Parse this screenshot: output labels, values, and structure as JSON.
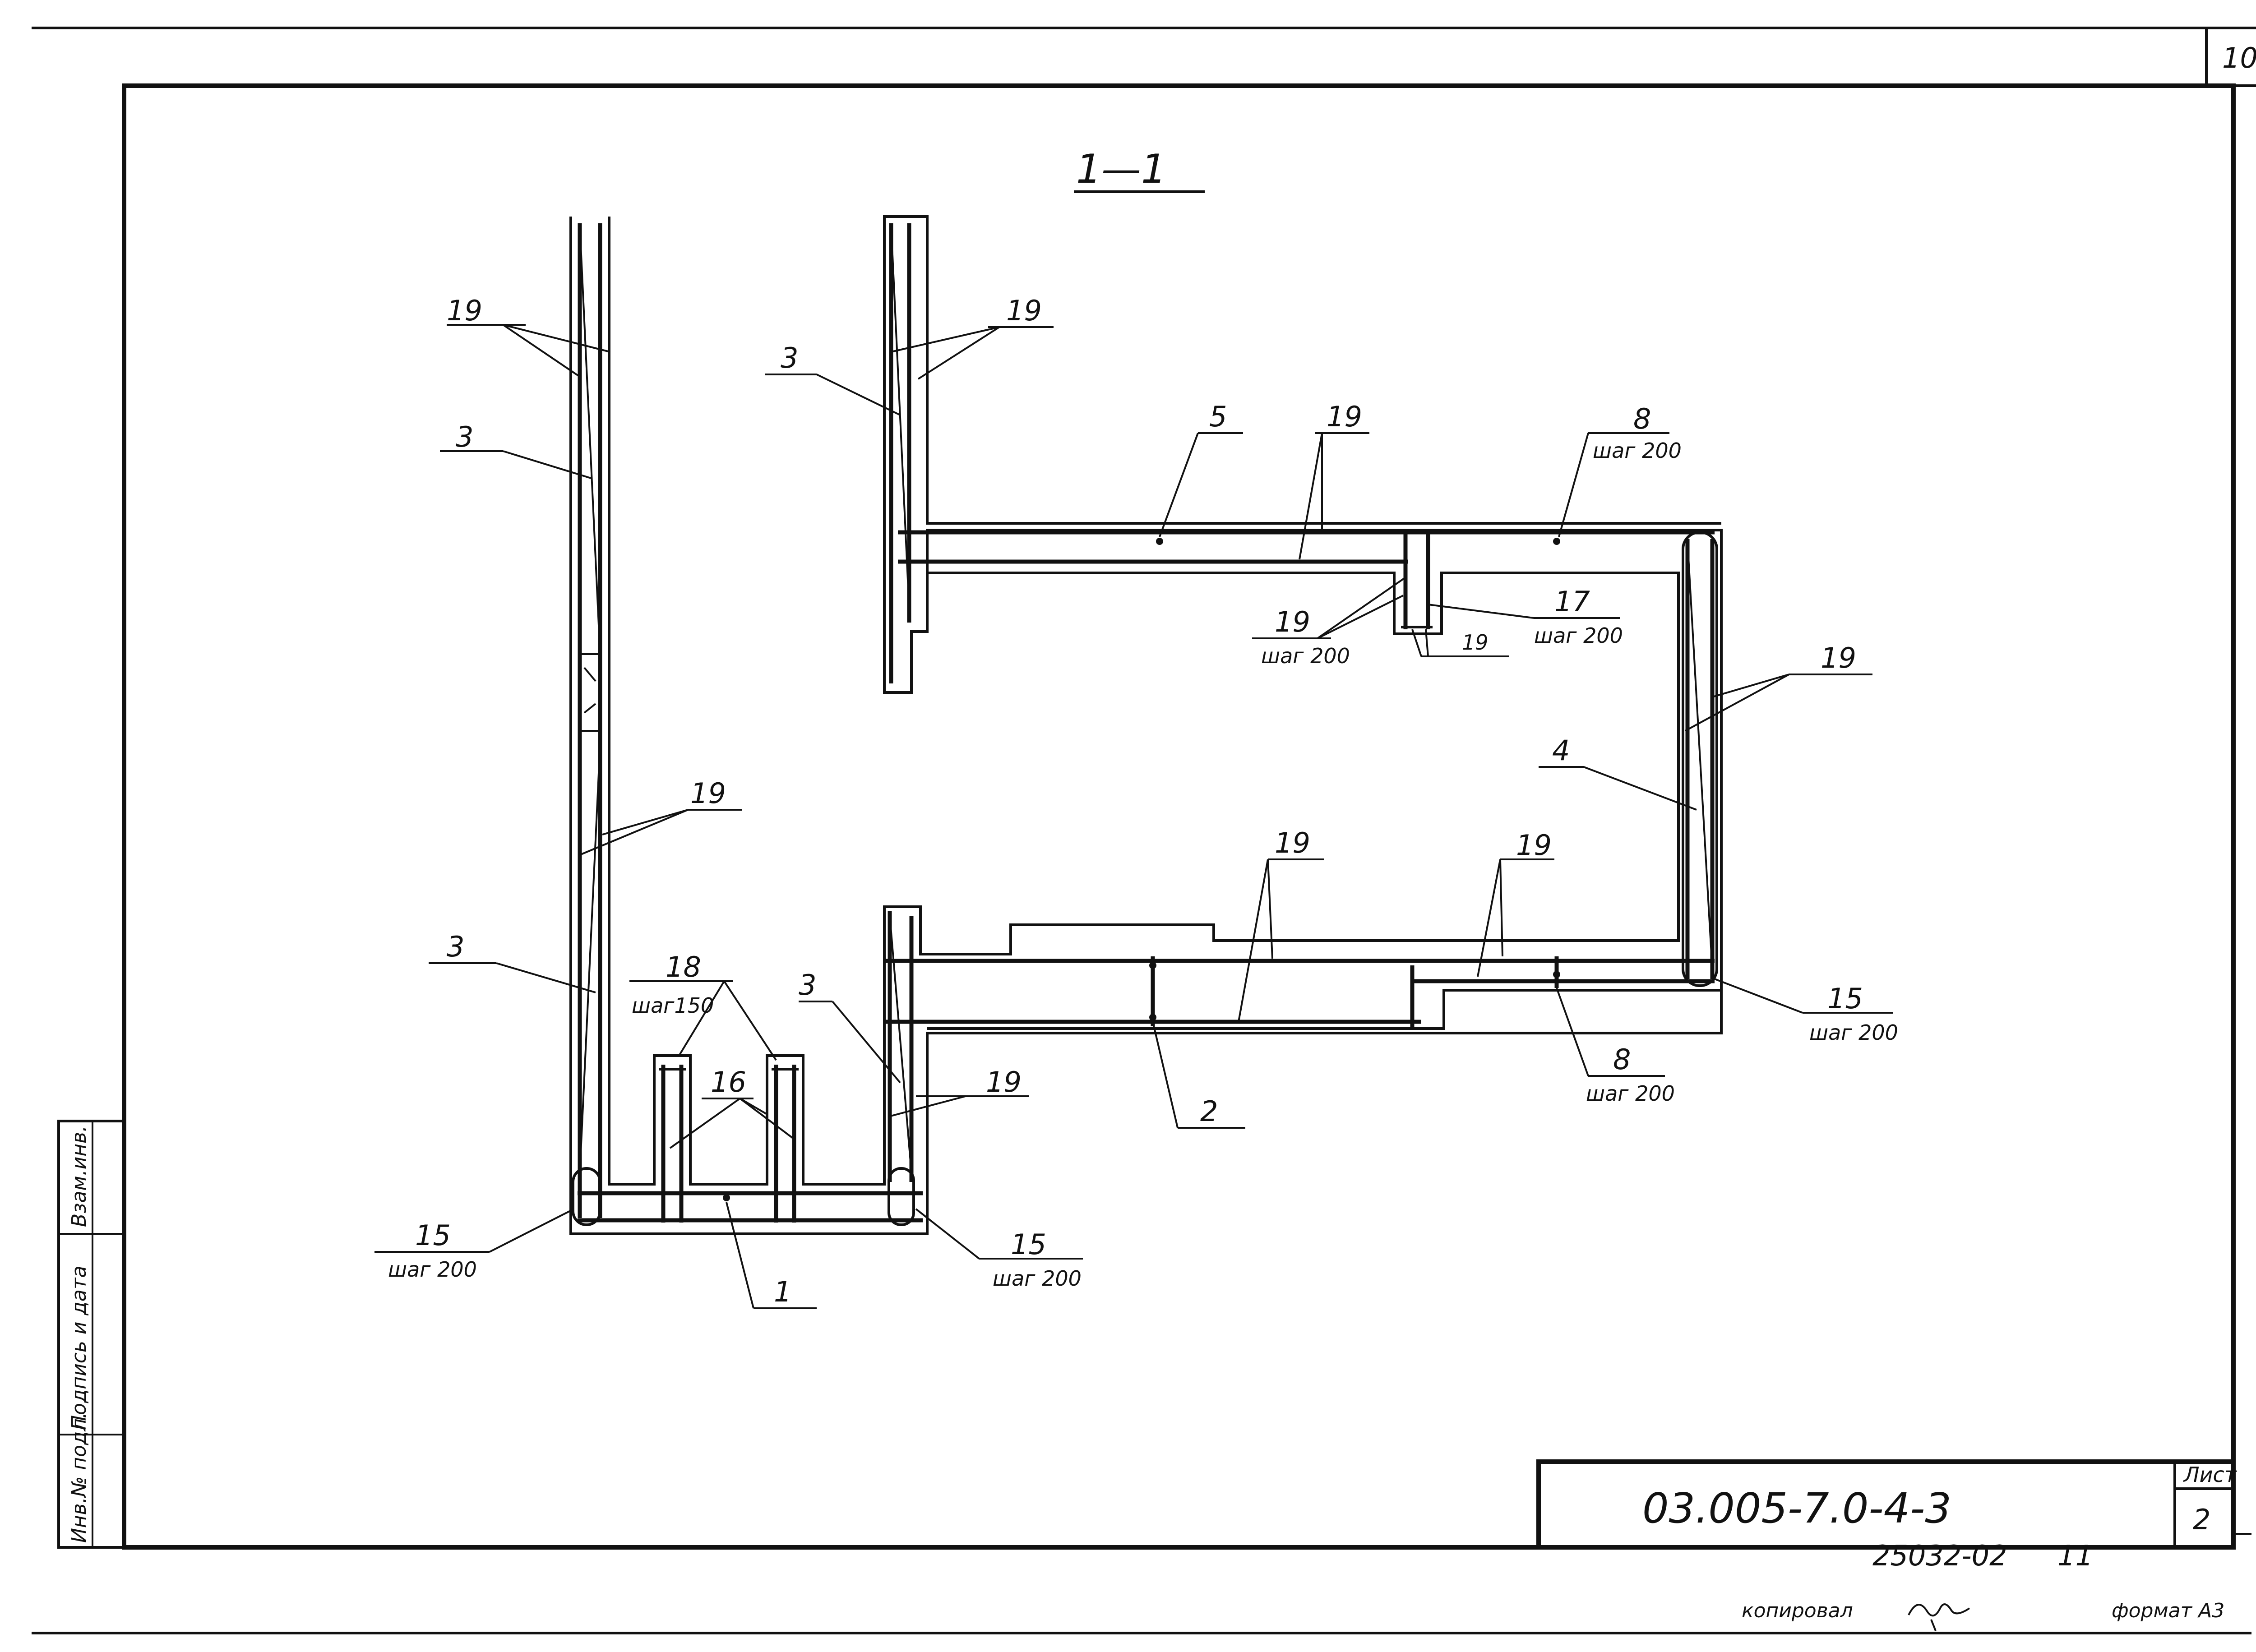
{
  "section_title": "1—1",
  "page_number": "10",
  "callouts": {
    "c19_top_left": "19",
    "c3_top_left": "3",
    "c3_top_mid": "3",
    "c19_top_mid": "19",
    "c5": "5",
    "c19_top_beam": "19",
    "c8_top": "8",
    "c8_top_step": "шаг 200",
    "c19_pocket": "19",
    "c19_pocket_step": "шаг 200",
    "c17": "17",
    "c17_step": "шаг 200",
    "c19_pocket_b": "19",
    "c19_right": "19",
    "c4": "4",
    "c19_left_mid": "19",
    "c19_bot_beam_a": "19",
    "c19_bot_beam_b": "19",
    "c3_bot_left": "3",
    "c18": "18",
    "c18_step": "шаг150",
    "c3_bot_mid": "3",
    "c16": "16",
    "c19_bot_mid": "19",
    "c2": "2",
    "c15_right": "15",
    "c15_right_step": "шаг 200",
    "c8_bot": "8",
    "c8_bot_step": "шаг 200",
    "c15_left": "15",
    "c15_left_step": "шаг 200",
    "c15_mid": "15",
    "c15_mid_step": "шаг 200",
    "c1": "1"
  },
  "title_block": {
    "designation": "03.005-7.0-4-3",
    "sheet_label": "Лист",
    "sheet_number": "2",
    "archive_code": "25032-02",
    "archive_suffix": "11",
    "copied_label": "копировал",
    "format_label": "формат А3"
  },
  "side_stamp": {
    "inv_no": "Инв.№ подл.",
    "sign_date": "Подпись и дата",
    "replace_inv": "Взам.инв."
  }
}
